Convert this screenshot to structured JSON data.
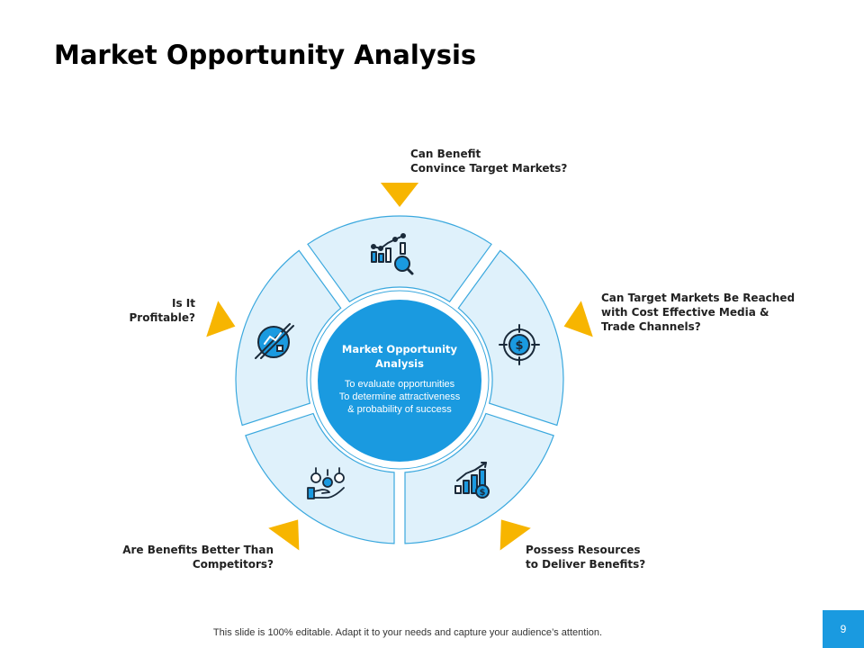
{
  "slide": {
    "title": "Market Opportunity Analysis",
    "footer": "This slide is 100% editable. Adapt it to your needs and capture your audience’s attention.",
    "page_number": "9"
  },
  "center": {
    "title": "Market Opportunity\nAnalysis",
    "lines": [
      "To evaluate opportunities",
      "To determine attractiveness",
      "& probability of success"
    ]
  },
  "segments": [
    {
      "label": "Can Benefit\nConvince Target Markets?",
      "icon": "chart-magnifier-icon"
    },
    {
      "label": "Can Target Markets Be Reached\nwith Cost Effective Media &\nTrade Channels?",
      "icon": "target-dollar-icon"
    },
    {
      "label": "Possess Resources\nto Deliver Benefits?",
      "icon": "growth-chart-icon"
    },
    {
      "label": "Are Benefits Better Than\nCompetitors?",
      "icon": "hand-coins-icon"
    },
    {
      "label": "Is It\nProfitable?",
      "icon": "no-profit-icon"
    }
  ],
  "colors": {
    "accent": "#1a9ae0",
    "segment_fill": "#dff1fb",
    "segment_stroke": "#3aa8de",
    "arrow": "#f7b500",
    "icon_dark": "#1a2a3a"
  }
}
